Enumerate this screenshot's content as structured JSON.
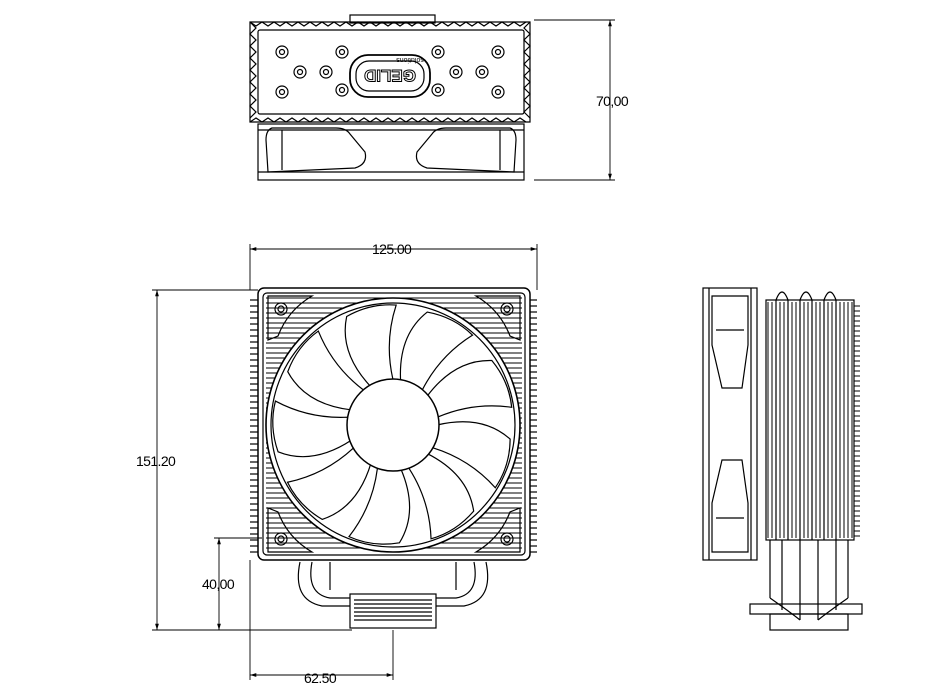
{
  "brand": {
    "logo": "GELID",
    "tagline": "solutions"
  },
  "dimensions": {
    "height_top_view": "70,00",
    "width_front_view": "125.00",
    "height_front_view": "151.20",
    "base_height": "40,00",
    "base_offset": "62.50"
  },
  "colors": {
    "line": "#000000",
    "background": "#ffffff"
  }
}
